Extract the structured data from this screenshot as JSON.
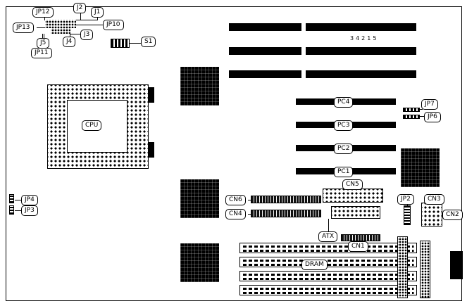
{
  "diagram": {
    "board_code": "34215",
    "labels": {
      "jp12": "JP12",
      "j2": "J2",
      "j1": "J1",
      "jp13": "JP13",
      "jp10": "JP10",
      "j5": "J5",
      "j4": "J4",
      "j3": "J3",
      "jp11": "JP11",
      "s1": "S1",
      "cpu": "CPU",
      "pc4": "PC4",
      "pc3": "PC3",
      "pc2": "PC2",
      "pc1": "PC1",
      "jp7": "JP7",
      "jp6": "JP6",
      "cn6": "CN6",
      "cn5": "CN5",
      "cn4": "CN4",
      "jp2": "JP2",
      "cn3": "CN3",
      "cn2": "CN2",
      "jp4": "JP4",
      "jp3": "JP3",
      "atx": "ATX",
      "cn1": "CN1",
      "dram": "DRAM"
    },
    "colors": {
      "line": "#000000",
      "fill": "#ffffff"
    }
  }
}
